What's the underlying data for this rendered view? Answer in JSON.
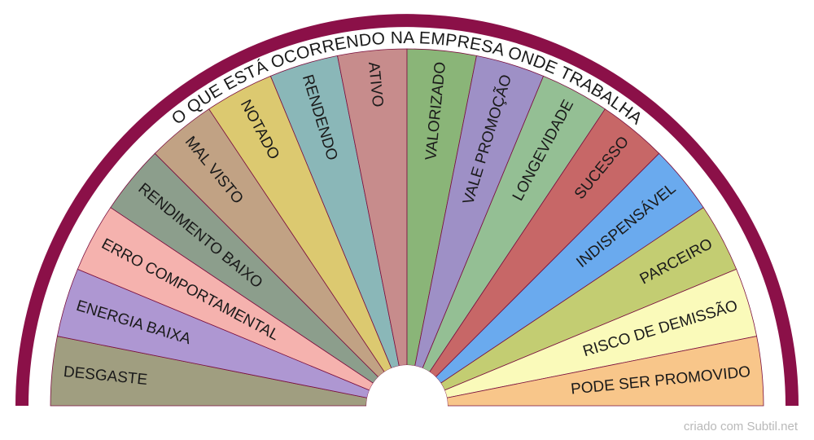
{
  "title": "O QUE ESTÁ OCORRENDO NA EMPRESA ONDE TRABALHA",
  "credit": "criado com Subtil.net",
  "colors": {
    "rim": "#8b1048",
    "outline": "#7a0f3e",
    "background": "#ffffff"
  },
  "segments": [
    {
      "label": "DESGASTE",
      "color": "#a09e80"
    },
    {
      "label": "ENERGIA BAIXA",
      "color": "#ae97d2"
    },
    {
      "label": "ERRO COMPORTAMENTAL",
      "color": "#f5b2ae"
    },
    {
      "label": "RENDIMENTO BAIXO",
      "color": "#8c9e8c"
    },
    {
      "label": "MAL VISTO",
      "color": "#c1a284"
    },
    {
      "label": "NOTADO",
      "color": "#dcc970"
    },
    {
      "label": "RENDENDO",
      "color": "#8ab7b8"
    },
    {
      "label": "ATIVO",
      "color": "#c78c8c"
    },
    {
      "label": "VALORIZADO",
      "color": "#8ab578"
    },
    {
      "label": "VALE PROMOÇÃO",
      "color": "#9e90c6"
    },
    {
      "label": "LONGEVIDADE",
      "color": "#94bf94"
    },
    {
      "label": "SUCESSO",
      "color": "#c76767"
    },
    {
      "label": "INDISPENSÁVEL",
      "color": "#6aaaee"
    },
    {
      "label": "PARCEIRO",
      "color": "#c3cd72"
    },
    {
      "label": "RISCO DE DEMISSÃO",
      "color": "#fafaba"
    },
    {
      "label": "PODE SER PROMOVIDO",
      "color": "#f8c68a"
    }
  ]
}
